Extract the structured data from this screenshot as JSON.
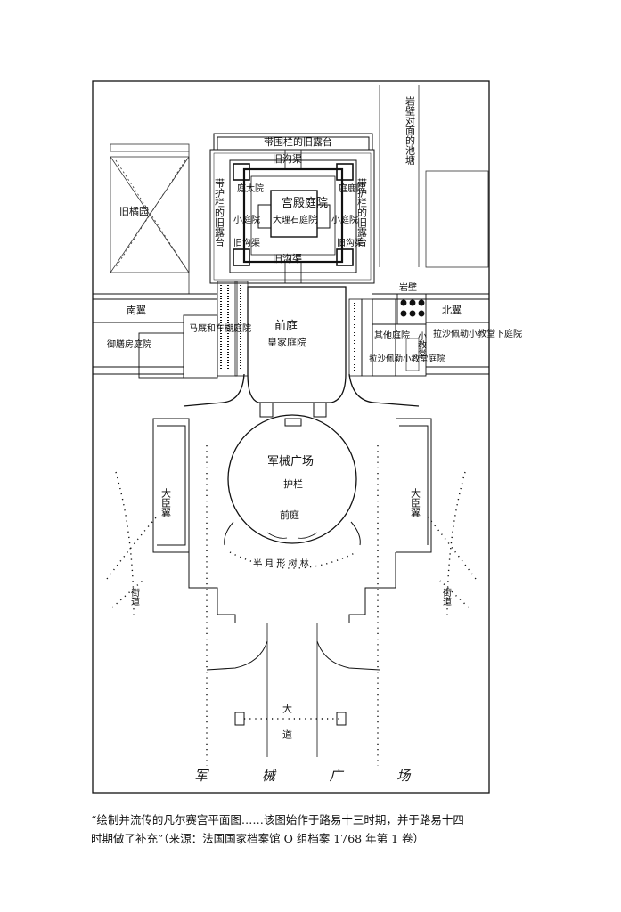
{
  "labels": {
    "yanbi_pond": "岩壁对面的池塘",
    "old_terrace_top": "带围栏的旧露台",
    "old_ditch_top": "旧沟渠",
    "old_ditch_bottom": "旧沟渠",
    "old_ditch_left": "旧沟渠",
    "old_ditch_right": "旧沟渠",
    "terrace_left": "带护栏的旧露台",
    "terrace_right": "带护栏的旧露台",
    "palace_court": "宫殿庭院",
    "marble_court": "大理石庭院",
    "small_court_tl": "庭太院",
    "small_court_tr": "庭鹿院",
    "small_court_l": "小庭院",
    "small_court_r": "小庭院",
    "old_orangery": "旧橘园",
    "yanbi": "岩壁",
    "north_wing": "北翼",
    "south_wing": "南翼",
    "forecourt": "前庭",
    "royal_court": "皇家庭院",
    "stable_court": "马厩和车棚庭院",
    "kitchen_court": "御膳房庭院",
    "other_court": "其他庭院",
    "lashape_small_court": "拉沙佩勒小教堂庭院",
    "lashape_lower_court": "拉沙佩勒小教堂下庭院",
    "small_chapel": "小教堂",
    "arms_square": "军械广场",
    "railing": "护栏",
    "forecourt_lower": "前庭",
    "crescent_grove": "半 月 形 树 林",
    "minister_left": "大臣翼",
    "minister_right": "大臣翼",
    "street_left": "街道",
    "street_right": "街道",
    "avenue": "大道",
    "big_square": "军 械 广 场"
  },
  "caption": {
    "line1": "“绘制并流传的凡尔赛宫平面图……该图始作于路易十三时期，并于路易十四",
    "line2": "时期做了补充”（来源：法国国家档案馆 O 组档案 1768 年第 1 卷）"
  }
}
